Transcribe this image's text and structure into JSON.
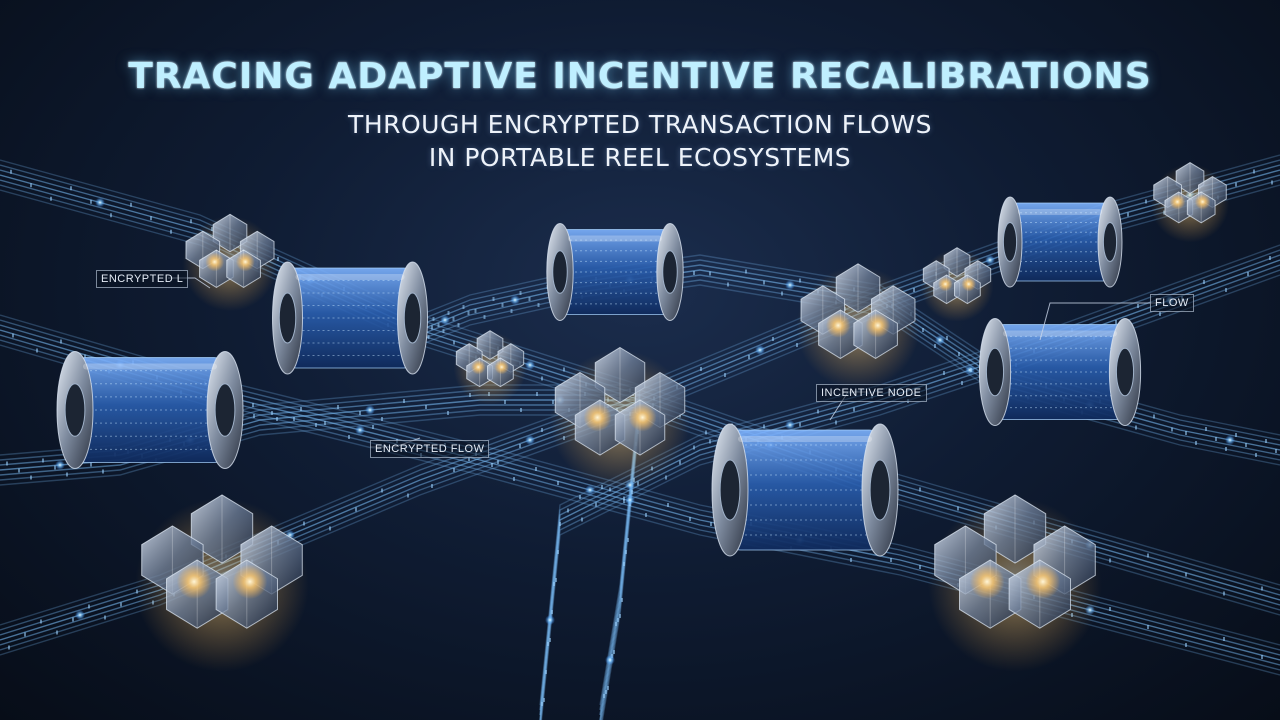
{
  "header": {
    "title": "TRACING ADAPTIVE INCENTIVE RECALIBRATIONS",
    "subtitle_line1": "THROUGH ENCRYPTED TRANSACTION FLOWS",
    "subtitle_line2": "IN PORTABLE REEL ECOSYSTEMS"
  },
  "labels": {
    "encrypted_l": "ENCRYPTED L",
    "flow": "FLOW",
    "incentive_node": "INCENTIVE NODE",
    "encrypted_flow": "ENCRYPTED FLOW"
  },
  "colors": {
    "background": "#0f1c33",
    "title_glow": "#bfefff",
    "circuit_line": "#7fc4ff",
    "reel_glass": "#2a5fb0",
    "node_glow": "#ffc86a"
  }
}
